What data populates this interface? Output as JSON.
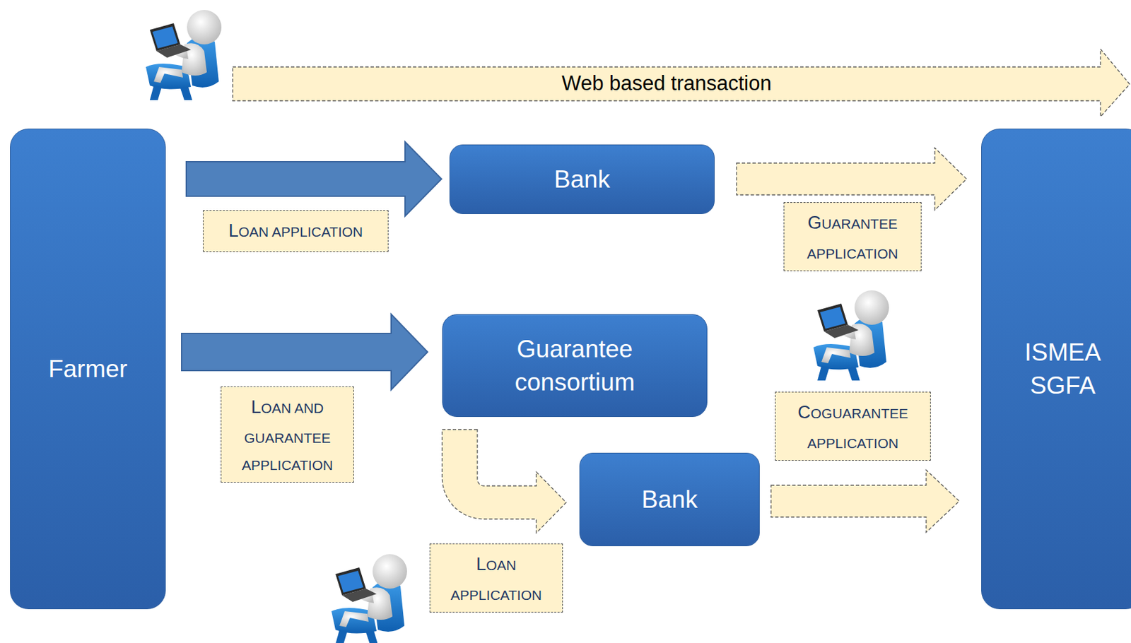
{
  "diagram": {
    "nodes": [
      {
        "text": [
          "Farmer"
        ]
      },
      {
        "text": [
          "Bank"
        ]
      },
      {
        "text": [
          "Guarantee consortium"
        ]
      },
      {
        "text": [
          "Bank"
        ]
      },
      {
        "text": [
          "ISMEA SGFA"
        ]
      }
    ],
    "edges": [
      {
        "from": 0,
        "to": 1,
        "arrow": "to",
        "label": "LOAN APPLICATION"
      },
      {
        "from": 0,
        "to": 2,
        "arrow": "to",
        "label": "LOAN AND GUARANTEE APPLICATION"
      },
      {
        "from": 1,
        "to": 4,
        "arrow": "to",
        "label": "GUARANTEE APPLICATION"
      },
      {
        "from": 2,
        "to": 3,
        "arrow": "to",
        "label": "LOAN APPLICATION"
      },
      {
        "from": 3,
        "to": 4,
        "arrow": "to",
        "label": "COGUARANTEE APPLICATION"
      }
    ],
    "labels": [
      "Web based transaction"
    ]
  }
}
